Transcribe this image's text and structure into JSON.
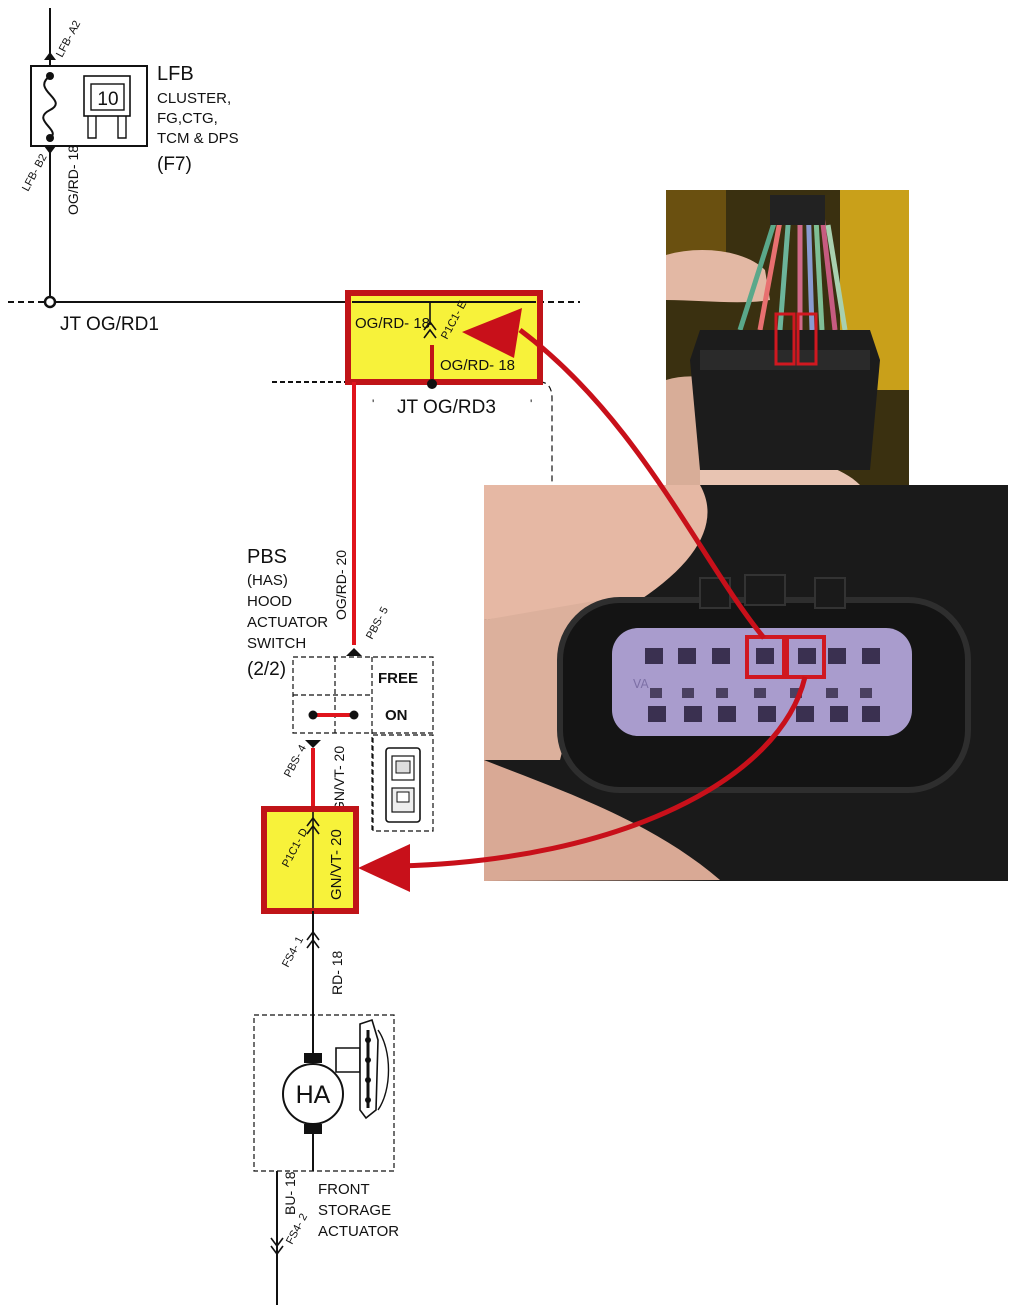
{
  "fuse": {
    "id": "LFB",
    "rating": "10",
    "desc_lines": [
      "CLUSTER,",
      "FG,CTG,",
      "TCM & DPS"
    ],
    "ref": "(F7)",
    "pin_top": "LFB- A2",
    "pin_bottom": "LFB- B2",
    "wire": "OG/RD- 18"
  },
  "junctions": {
    "jt1": "JT OG/RD1",
    "jt3": "JT OG/RD3"
  },
  "connector_top": {
    "wire_left": "OG/RD- 18",
    "wire_right": "OG/RD- 18",
    "pin": "P1C1- E"
  },
  "switch": {
    "id": "PBS",
    "desc_lines": [
      "(HAS)",
      "HOOD",
      "ACTUATOR",
      "SWITCH"
    ],
    "part": "(2/2)",
    "wire_in": "OG/RD- 20",
    "pin_in": "PBS- 5",
    "state_free": "FREE",
    "state_on": "ON",
    "pin_out": "PBS- 4",
    "wire_out": "GN/VT- 20"
  },
  "connector_bottom": {
    "pin": "P1C1- D",
    "wire": "GN/VT- 20"
  },
  "actuator": {
    "pin_in": "FS4- 1",
    "wire_in": "RD- 18",
    "symbol": "HA",
    "desc_lines": [
      "FRONT",
      "STORAGE",
      "ACTUATOR"
    ],
    "wire_out": "BU- 18",
    "pin_out": "FS4- 2"
  },
  "colors": {
    "highlight_fill": "#f7f23a",
    "highlight_border": "#c01418",
    "arrow": "#c8101a",
    "connector_body": "#a99ccd"
  }
}
